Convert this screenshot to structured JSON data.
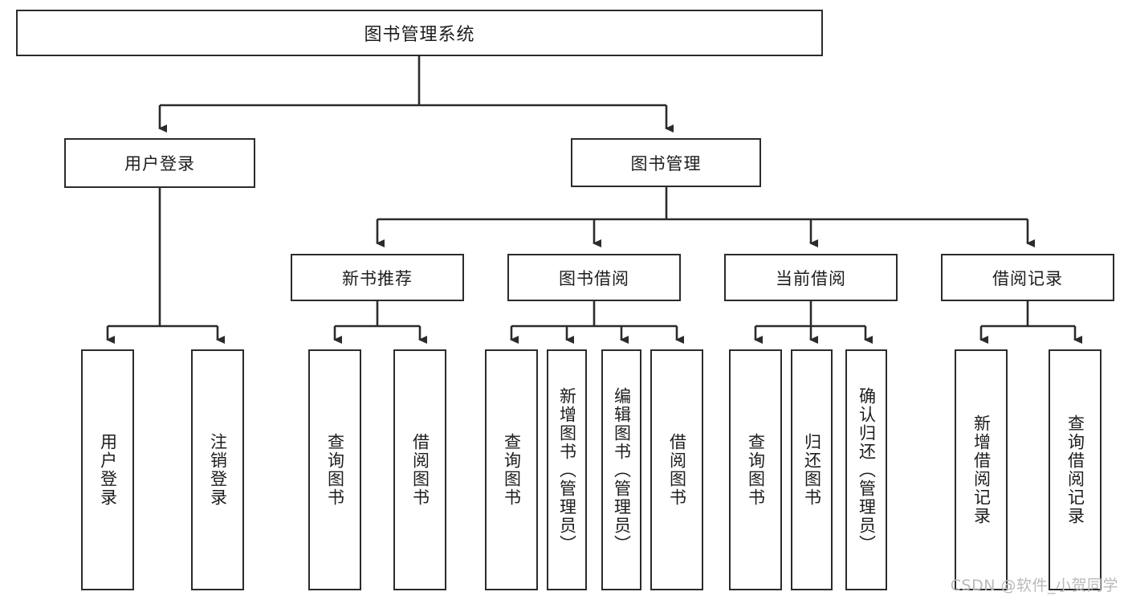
{
  "diagram": {
    "title": "图书管理系统",
    "type": "tree-hierarchy",
    "root": {
      "label": "图书管理系统"
    },
    "level2": [
      {
        "label": "用户登录"
      },
      {
        "label": "图书管理"
      }
    ],
    "level3": [
      {
        "label": "新书推荐"
      },
      {
        "label": "图书借阅"
      },
      {
        "label": "当前借阅"
      },
      {
        "label": "借阅记录"
      }
    ],
    "leaves": {
      "user_login": [
        {
          "label": "用户登录"
        },
        {
          "label": "注销登录"
        }
      ],
      "new_book_recommend": [
        {
          "label": "查询图书"
        },
        {
          "label": "借阅图书"
        }
      ],
      "book_borrow": [
        {
          "label": "查询图书"
        },
        {
          "label": "新增图书（管理员）"
        },
        {
          "label": "编辑图书（管理员）"
        },
        {
          "label": "借阅图书"
        }
      ],
      "current_borrow": [
        {
          "label": "查询图书"
        },
        {
          "label": "归还图书"
        },
        {
          "label": "确认归还（管理员）"
        }
      ],
      "borrow_record": [
        {
          "label": "新增借阅记录"
        },
        {
          "label": "查询借阅记录"
        }
      ]
    },
    "watermark": "CSDN @软件_小贺同学",
    "colors": {
      "border": "#2b2b2b",
      "text": "#1d1d1d",
      "background": "#ffffff",
      "watermark": "#b9b9b9"
    }
  }
}
